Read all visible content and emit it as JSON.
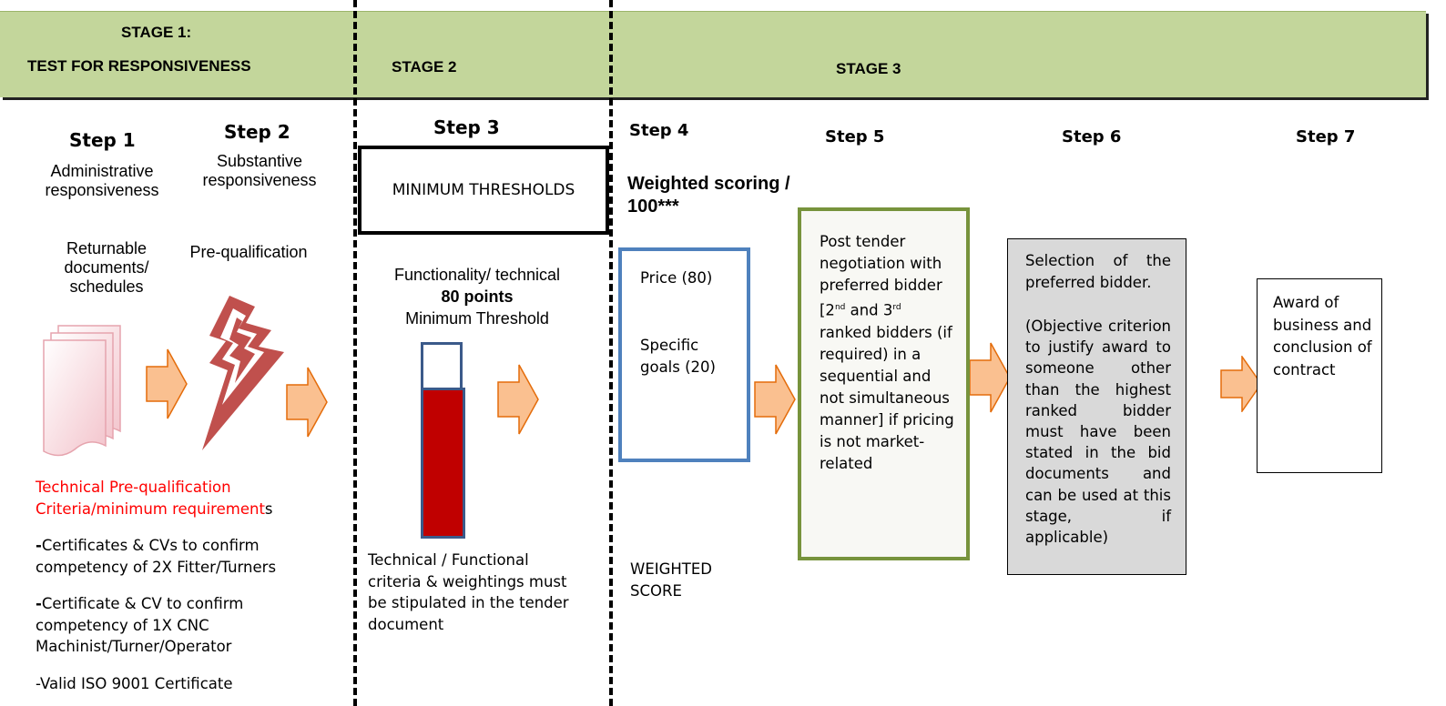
{
  "stages": {
    "stage1_line1": "STAGE 1:",
    "stage1_line2": "TEST FOR RESPONSIVENESS",
    "stage2": "STAGE 2",
    "stage3": "STAGE 3"
  },
  "steps": {
    "s1": {
      "title": "Step 1",
      "subtitle": "Administrative responsiveness",
      "item": "Returnable documents/ schedules"
    },
    "s2": {
      "title": "Step 2",
      "subtitle": "Substantive responsiveness",
      "item": "Pre-qualification"
    },
    "s3": {
      "title": "Step 3",
      "box": "MINIMUM THRESHOLDS",
      "func_line": "Functionality/ technical",
      "points": "80 points",
      "threshold": "Minimum Threshold",
      "note": "Technical / Functional criteria & weightings must be stipulated in the tender document"
    },
    "s4": {
      "title": "Step 4",
      "heading": "Weighted scoring / 100***",
      "price": "Price (80)",
      "goals": "Specific goals (20)",
      "score": "WEIGHTED SCORE"
    },
    "s5": {
      "title": "Step 5",
      "text_a": "Post tender negotiation with preferred bidder [2",
      "sup1": "nd",
      "text_b": " and 3",
      "sup2": "rd",
      "text_c": " ranked bidders (if required) in a sequential and not simultaneous manner] if pricing is not market-related"
    },
    "s6": {
      "title": "Step 6",
      "text1": "Selection of the preferred bidder.",
      "text2": "(Objective criterion to justify award to someone other than the highest ranked bidder must have been stated in the bid documents and can be used at this stage, if applicable)"
    },
    "s7": {
      "title": "Step 7",
      "text": "Award of business and conclusion of contract"
    }
  },
  "requirements": {
    "heading_a": "Technical Pre-qualification Criteria/minimum requirement",
    "heading_b": "s",
    "items": [
      {
        "dash": "-",
        "text": "Certificates & CVs to confirm competency of 2X Fitter/Turners"
      },
      {
        "dash": "-",
        "text": "Certificate & CV to confirm competency of 1X CNC Machinist/Turner/Operator"
      },
      {
        "dash": "",
        "text": "-Valid ISO 9001 Certificate"
      }
    ]
  },
  "colors": {
    "banner": "#c3d69b",
    "arrow_fill": "#fac090",
    "arrow_stroke": "#e46c0a",
    "bar_fill": "#c00000",
    "blue_border": "#4f81bd",
    "green_border": "#77933c",
    "grey_box": "#d9d9d9",
    "requirement_text": "#ff0000"
  },
  "icons": [
    "documents-icon",
    "lightning-icon",
    "arrow-right-icon"
  ]
}
